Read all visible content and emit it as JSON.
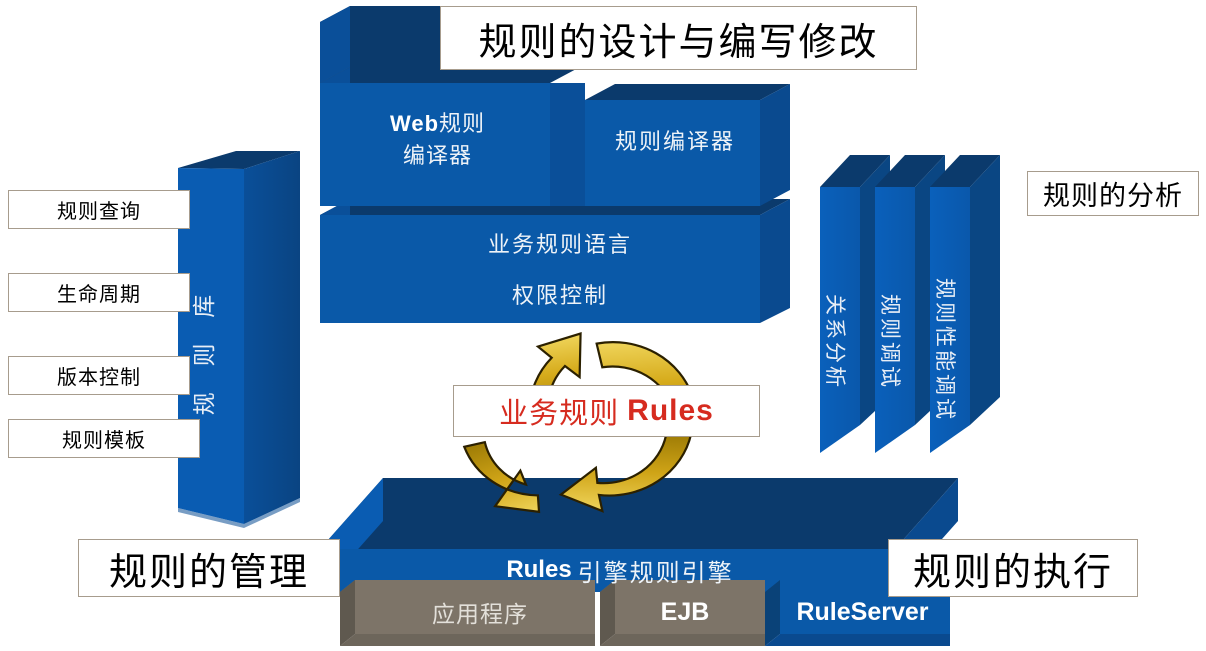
{
  "diagram": {
    "title_top": "规则的设计与编写修改",
    "title_right": "规则的分析",
    "title_bottom_left": "规则的管理",
    "title_bottom_right": "规则的执行",
    "center_badge": {
      "cn": "业务规则",
      "latin": "Rules",
      "color": "#d62b1f"
    },
    "left_labels": [
      {
        "label": "规则查询"
      },
      {
        "label": "生命周期"
      },
      {
        "label": "版本控制"
      },
      {
        "label": "规则模板"
      }
    ],
    "library_slab": {
      "label": "规 则 库"
    },
    "design_stack": [
      {
        "label_latin": "Web",
        "label_cn": "规则",
        "label_cn2": "编译器"
      },
      {
        "label_cn": "规则编译器"
      },
      {
        "label_cn": "业务规则语言"
      },
      {
        "label_cn": "权限控制"
      }
    ],
    "analysis_panels": [
      {
        "label": "关系分析"
      },
      {
        "label": "规则调试"
      },
      {
        "label": "规则性能调试"
      }
    ],
    "engine_slab": {
      "label_latin": "Rules",
      "label_cn": "引擎规则引擎"
    },
    "runtime_blocks": [
      {
        "label": "应用程序",
        "style": "gray"
      },
      {
        "label": "EJB",
        "style": "gray"
      },
      {
        "label": "RuleServer",
        "style": "blue"
      }
    ],
    "colors": {
      "blue_face": "#0a59a8",
      "blue_face_light": "#0a62bd",
      "blue_top_dark": "#0a3f75",
      "navy": "#0b3c72",
      "gray_block": "#7d7468",
      "gold_light": "#e8c23a",
      "gold_dark": "#a98708",
      "border_tan": "#a79c8d",
      "red": "#d62b1f"
    }
  }
}
